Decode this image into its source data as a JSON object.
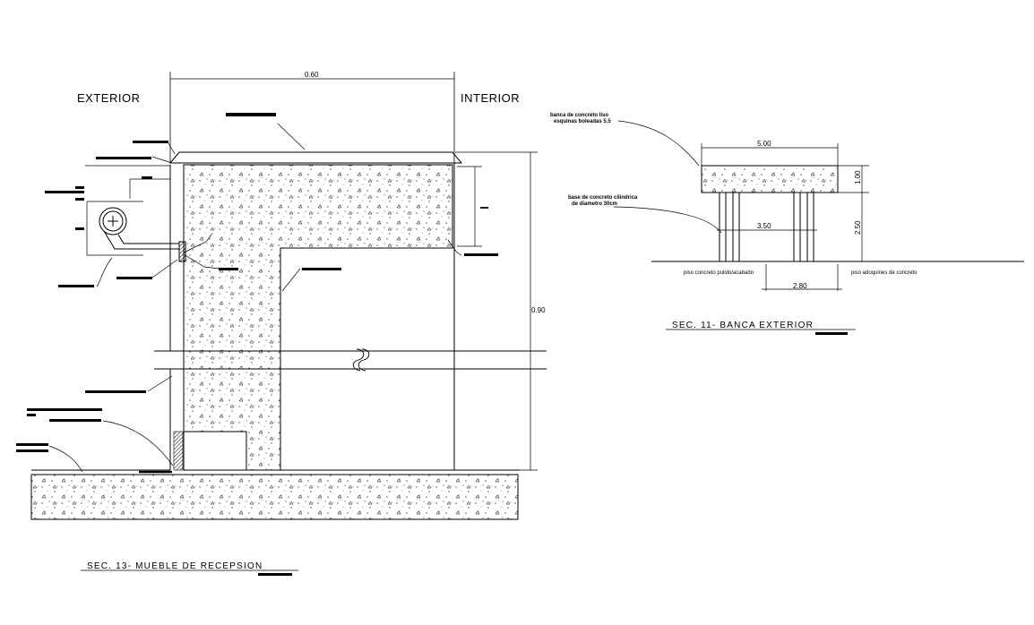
{
  "section13": {
    "label_exterior": "EXTERIOR",
    "label_interior": "INTERIOR",
    "dim_top": "0.60",
    "dim_right": "0.90",
    "title": "SEC. 13- MUEBLE DE RECEPSION"
  },
  "section11": {
    "dim_top": "5.00",
    "dim_seat_thickness": "1.00",
    "dim_leg_height": "2.50",
    "dim_mid": "3.50",
    "dim_bottom": "2.80",
    "note_seat_line1": "banca de concreto liso",
    "note_seat_line2": "esquinas boleadas 5.5",
    "note_leg_line1": "base de concreto cilindrica",
    "note_leg_line2": "de diametro 30cm",
    "floor_left": "piso concreto pulido/acabado",
    "floor_right": "piso adoquines de concreto",
    "title": "SEC. 11- BANCA EXTERIOR"
  }
}
